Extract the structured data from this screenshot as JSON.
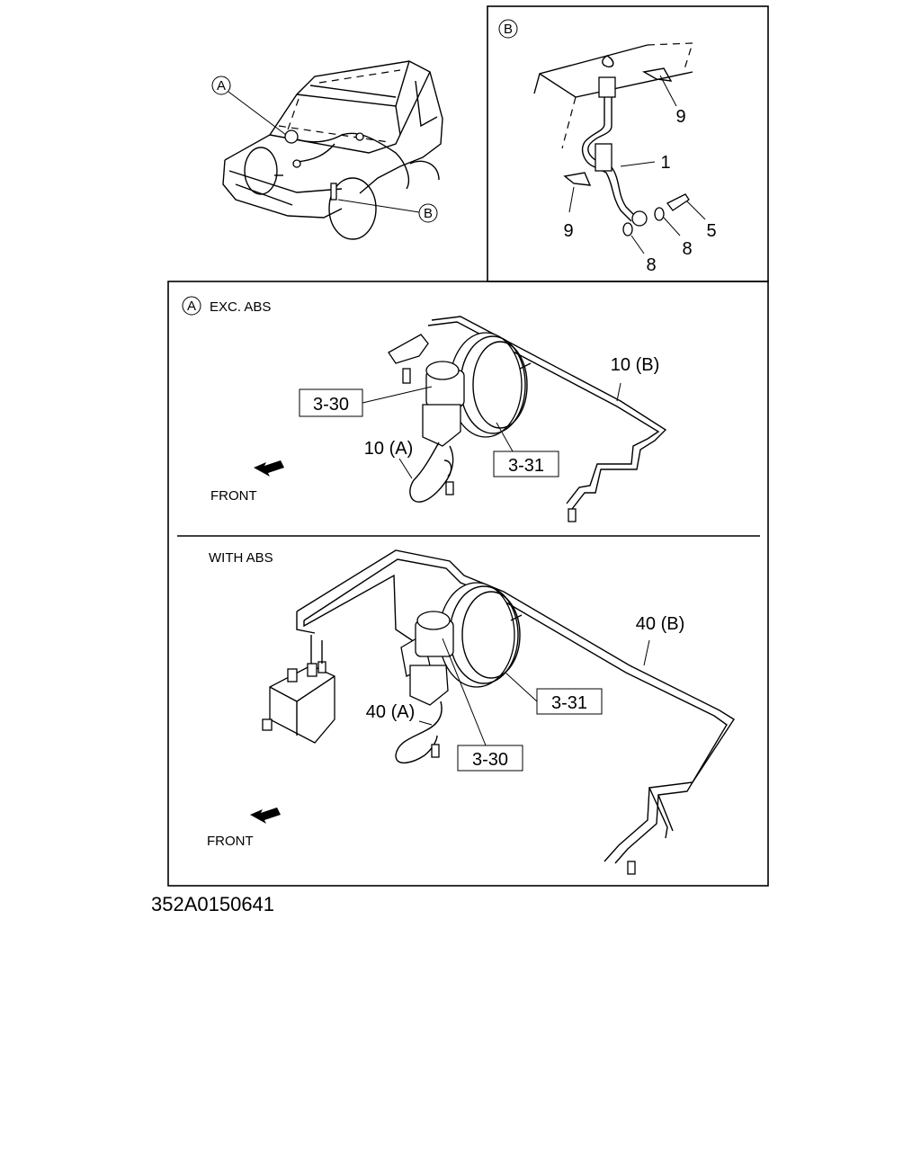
{
  "callouts": {
    "a": "A",
    "b": "B"
  },
  "panel_b": {
    "letter": "B",
    "parts": [
      "9",
      "1",
      "9",
      "5",
      "8",
      "8"
    ]
  },
  "panel_exc_abs": {
    "letter": "A",
    "title": "EXC. ABS",
    "pipe_b": "10 (B)",
    "pipe_a": "10 (A)",
    "ref_master": "3-30",
    "ref_booster": "3-31",
    "front": "FRONT"
  },
  "panel_with_abs": {
    "title": "WITH ABS",
    "pipe_b": "40 (B)",
    "pipe_a": "40 (A)",
    "ref_booster": "3-31",
    "ref_master": "3-30",
    "front": "FRONT"
  },
  "sheet_number": "352A0150641"
}
